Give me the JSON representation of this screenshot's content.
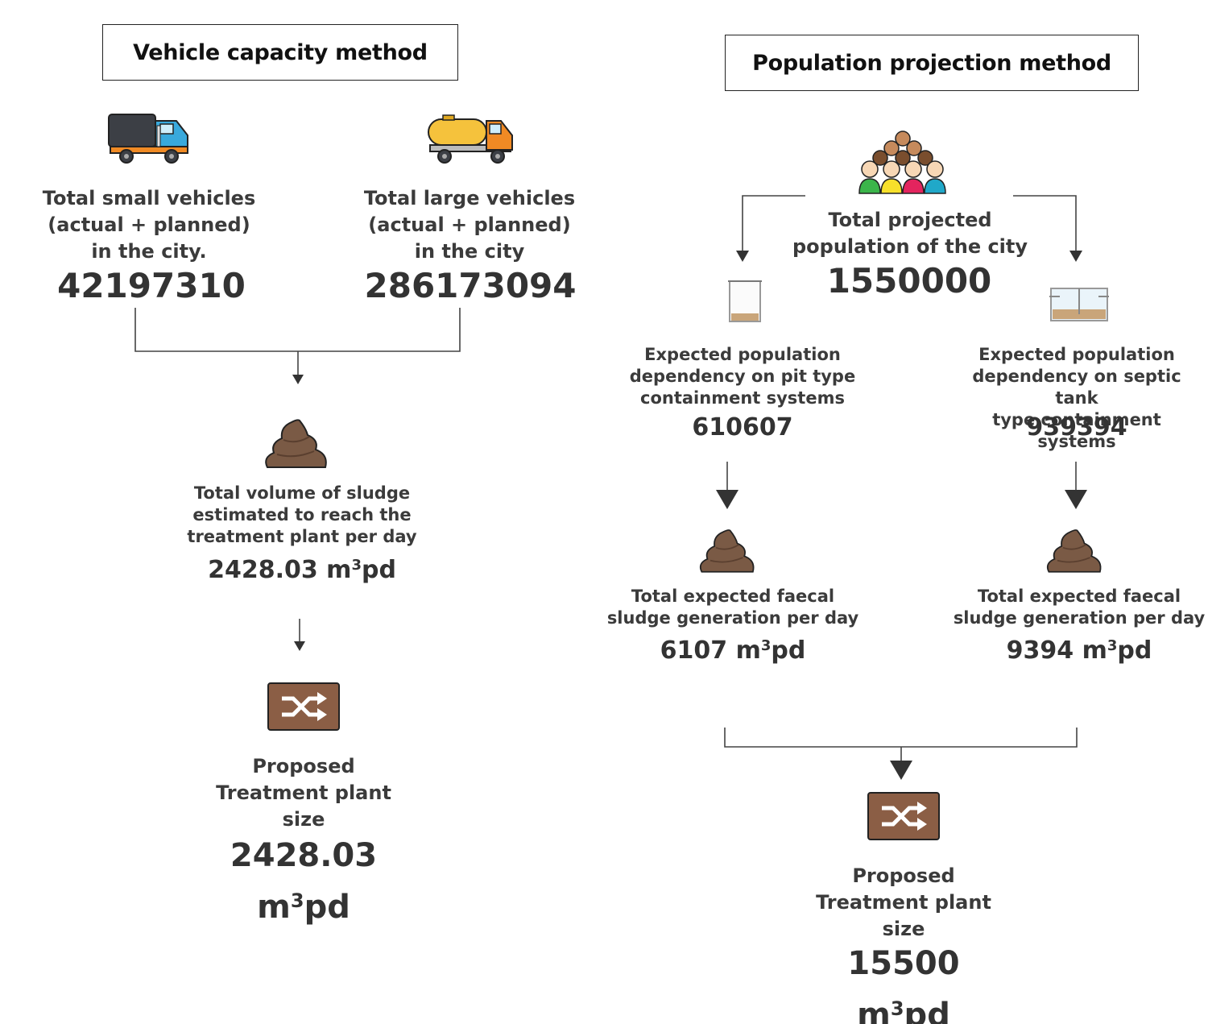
{
  "left": {
    "title": "Vehicle capacity method",
    "small_vehicles": {
      "label": [
        "Total small vehicles",
        "(actual + planned)",
        "in the city."
      ],
      "value": "42197310",
      "icon": "truck-icon"
    },
    "large_vehicles": {
      "label": [
        "Total large vehicles",
        "(actual + planned)",
        "in the city"
      ],
      "value": "286173094",
      "icon": "tanker-truck-icon"
    },
    "sludge": {
      "label": [
        "Total volume of sludge",
        "estimated to reach the",
        "treatment plant per day"
      ],
      "value": "2428.03",
      "unit": "m",
      "unit_sup": "3",
      "unit_suffix": "pd",
      "icon": "sludge-icon"
    },
    "plant": {
      "label": [
        "Proposed",
        "Treatment plant",
        "size"
      ],
      "value": "2428.03",
      "unit": "m",
      "unit_sup": "3",
      "unit_suffix": "pd",
      "icon": "shuffle-icon"
    }
  },
  "right": {
    "title": "Population projection method",
    "population": {
      "label": [
        "Total projected",
        "population of the city"
      ],
      "value": "1550000",
      "icon": "crowd-icon"
    },
    "pit": {
      "label": [
        "Expected population",
        "dependency on pit type",
        "containment systems"
      ],
      "value": "610607",
      "icon": "pit-container-icon"
    },
    "septic": {
      "label": [
        "Expected population",
        "dependency on septic tank",
        "type containment systems"
      ],
      "value": "939394",
      "icon": "septic-tank-icon"
    },
    "pit_sludge": {
      "label": [
        "Total expected faecal",
        "sludge generation per day"
      ],
      "value": "6107",
      "unit": "m",
      "unit_sup": "3",
      "unit_suffix": "pd",
      "icon": "sludge-icon"
    },
    "septic_sludge": {
      "label": [
        "Total expected faecal",
        "sludge generation per day"
      ],
      "value": "9394",
      "unit": "m",
      "unit_sup": "3",
      "unit_suffix": "pd",
      "icon": "sludge-icon"
    },
    "plant": {
      "label": [
        "Proposed",
        "Treatment plant",
        "size"
      ],
      "value": "15500",
      "unit": "m",
      "unit_sup": "3",
      "unit_suffix": "pd",
      "icon": "shuffle-icon"
    }
  },
  "colors": {
    "sludge_brown": "#7a5a45",
    "shuffle_bg": "#8b5e45",
    "line": "#333333"
  }
}
